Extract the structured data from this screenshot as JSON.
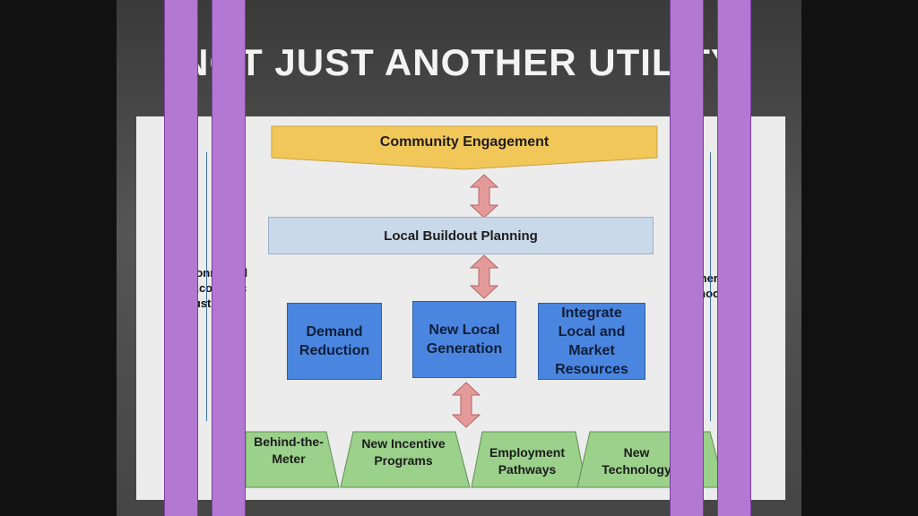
{
  "slide": {
    "title": "NOT JUST ANOTHER UTILITY"
  },
  "diagram": {
    "top_banner": "Community Engagement",
    "planning": "Local Buildout Planning",
    "middle": [
      {
        "label": "Demand Reduction"
      },
      {
        "label": "New Local Generation"
      },
      {
        "label": "Integrate Local and Market Resources"
      }
    ],
    "bottom": [
      {
        "label": "Behind-the-Meter"
      },
      {
        "label": "New Incentive Programs"
      },
      {
        "label": "Employment Pathways"
      },
      {
        "label": "New Technology"
      }
    ],
    "left_pillar": "Environmental and Economic Justice",
    "right_pillar": "Energy Democracy"
  },
  "colors": {
    "banner": "#f2c75a",
    "planning": "#c9d9ea",
    "blue_box": "#4a86e0",
    "green": "#9bd18b",
    "arrow": "#e59a9a",
    "overlay_bar": "#b278d2"
  }
}
